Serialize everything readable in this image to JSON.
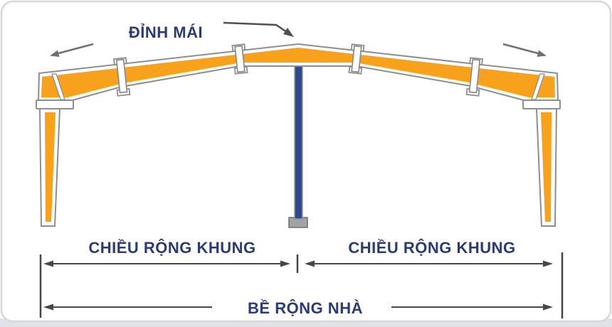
{
  "diagram": {
    "title": "ĐỈNH MÁI",
    "labels": {
      "frame_width_left": "CHIỀU RỘNG KHUNG",
      "frame_width_right": "CHIỀU RỘNG KHUNG",
      "building_width": "BỀ RỘNG NHÀ"
    }
  },
  "colors": {
    "orange": "#F7A11D",
    "navy": "#2B3A7C",
    "steel-blue": "#2E4A8E",
    "outline-gray": "#8E8E8E",
    "arrow-gray": "#707070",
    "peak-arrow-gray": "#4F4F4F",
    "dim-gray": "#474747",
    "footing-gray": "#A3A3A3",
    "footing-border": "#6F6F6F",
    "card-border": "#D7D7D7",
    "bottom-strip": "#DFE2E8"
  }
}
